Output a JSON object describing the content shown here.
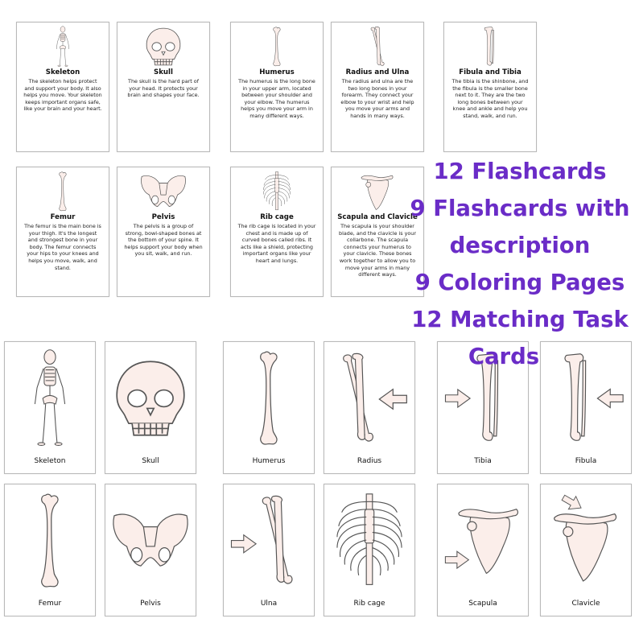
{
  "colors": {
    "bone_fill": "#fbeeea",
    "outline": "#555555",
    "promo_text": "#6a2cc7",
    "card_border": "#b9b9b9"
  },
  "description_cards": [
    {
      "title": "Skeleton",
      "text": "The skeleton helps protect and support your body. It also helps you move. Your skeleton keeps important organs safe, like your brain and your heart.",
      "icon": "skeleton-icon"
    },
    {
      "title": "Skull",
      "text": "The skull is the hard part of your head. It protects your brain and shapes your face.",
      "icon": "skull-icon"
    },
    {
      "title": "Humerus",
      "text": "The humerus is the long bone in your upper arm, located between your shoulder and your elbow. The humerus helps you move your arm in many different ways.",
      "icon": "humerus-icon"
    },
    {
      "title": "Radius and Ulna",
      "text": "The radius and ulna are the two long bones in your forearm. They connect your elbow to your wrist and help you move your arms and hands in many ways.",
      "icon": "radius-ulna-icon"
    },
    {
      "title": "Fibula and Tibia",
      "text": "The tibia is the shinbone, and the fibula is the smaller bone next to it. They are the two long bones between your knee and ankle and help you stand, walk, and run.",
      "icon": "fibula-tibia-icon"
    },
    {
      "title": "Femur",
      "text": "The femur is the main bone is your thigh. It's the longest and strongest bone in your body. The femur connects your hips to your knees and helps you move, walk, and stand.",
      "icon": "femur-icon"
    },
    {
      "title": "Pelvis",
      "text": "The pelvis is a group of strong, bowl-shaped bones at the bottom of your spine. It helps support your body when you sit, walk, and run.",
      "icon": "pelvis-icon"
    },
    {
      "title": "Rib cage",
      "text": "The rib cage is located in your chest and is made up of curved bones called ribs. It acts like a shield, protecting important organs like your heart and lungs.",
      "icon": "rib-cage-icon"
    },
    {
      "title": "Scapula and Clavicle",
      "text": "The scapula is your shoulder blade, and the clavicle is your collarbone. The scapula connects your humerus to your clavicle. These bones work together to allow you to move your arms in many different ways.",
      "icon": "scapula-clavicle-icon"
    }
  ],
  "promo": {
    "lines": [
      "12 Flashcards",
      "9 Flashcards with",
      "description",
      "9 Coloring Pages",
      "12 Matching Task",
      "Cards"
    ]
  },
  "matching_cards": [
    {
      "label": "Skeleton",
      "icon": "skeleton-icon"
    },
    {
      "label": "Skull",
      "icon": "skull-icon"
    },
    {
      "label": "Humerus",
      "icon": "humerus-icon"
    },
    {
      "label": "Radius",
      "icon": "radius-arrow-icon"
    },
    {
      "label": "Tibia",
      "icon": "tibia-arrow-icon"
    },
    {
      "label": "Fibula",
      "icon": "fibula-arrow-icon"
    },
    {
      "label": "Femur",
      "icon": "femur-icon"
    },
    {
      "label": "Pelvis",
      "icon": "pelvis-icon"
    },
    {
      "label": "Ulna",
      "icon": "ulna-arrow-icon"
    },
    {
      "label": "Rib cage",
      "icon": "rib-cage-icon"
    },
    {
      "label": "Scapula",
      "icon": "scapula-arrow-icon"
    },
    {
      "label": "Clavicle",
      "icon": "clavicle-arrow-icon"
    }
  ]
}
